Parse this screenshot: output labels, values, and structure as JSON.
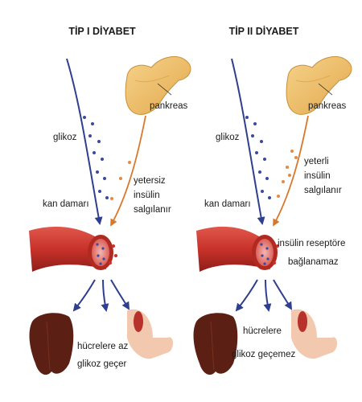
{
  "colors": {
    "glucose_path": "#2e3f8f",
    "insulin_path": "#d9782c",
    "glucose_dot": "#3a4aa0",
    "insulin_dot": "#e38a45",
    "pancreas": "#efc06a",
    "vessel": "#c8322a",
    "liver": "#5b1f14",
    "arm": "#f2c9ae"
  },
  "panels": [
    {
      "title": "TİP I DİYABET",
      "pancreas_label": "pankreas",
      "glucose_label": "glikoz",
      "vessel_label": "kan damarı",
      "insulin_label": [
        "yetersiz",
        "insülin",
        "salgılanır"
      ],
      "receptor_label": [],
      "cells_label": [
        "hücrelere az",
        "glikoz geçer"
      ]
    },
    {
      "title": "TİP II DİYABET",
      "pancreas_label": "pankreas",
      "glucose_label": "glikoz",
      "vessel_label": "kan damarı",
      "insulin_label": [
        "yeterli",
        "insülin",
        "salgılanır"
      ],
      "receptor_label": [
        "insülin reseptöre",
        "bağlanamaz"
      ],
      "cells_label": [
        "hücrelere",
        "glikoz geçemez"
      ]
    }
  ]
}
